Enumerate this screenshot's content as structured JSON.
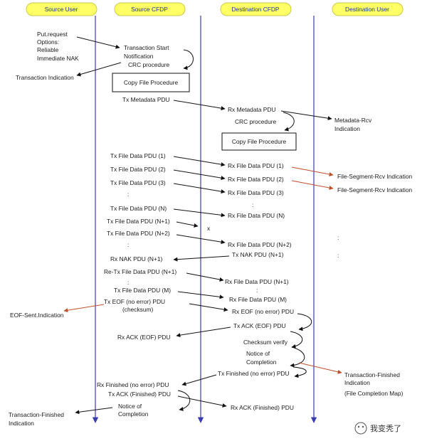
{
  "colors": {
    "header_fill": "#ffff66",
    "header_stroke": "#c9c94d",
    "lifeline": "#3b3bb0",
    "arrow": "#111111",
    "indication_arrow": "#c0502a"
  },
  "headers": {
    "source_user": "Source User",
    "source_cfdp": "Source CFDP",
    "dest_cfdp": "Destination CFDP",
    "dest_user": "Destination User"
  },
  "labels": {
    "put_request": "Put.request",
    "options": "Options:",
    "reliable": "Reliable",
    "immediate_nak": "Immediate NAK",
    "transaction_indication": "Transaction Indication",
    "transaction_start": "Transaction Start",
    "notification": "Notification",
    "crc_procedure_1": "CRC procedure",
    "copy_file_1": "Copy File Procedure",
    "tx_metadata": "Tx Metadata PDU",
    "rx_metadata": "Rx Metadata PDU",
    "metadata_rcv_1": "Metadata-Rcv",
    "metadata_rcv_2": "Indication",
    "crc_procedure_2": "CRC procedure",
    "copy_file_2": "Copy File Procedure",
    "tx_fd1": "Tx File Data PDU (1)",
    "tx_fd2": "Tx File Data PDU (2)",
    "tx_fd3": "Tx File Data PDU (3)",
    "tx_fdn": "Tx File Data PDU (N)",
    "tx_fdn1": "Tx File Data PDU (N+1)",
    "tx_fdn2": "Tx File Data PDU (N+2)",
    "rx_fd1": "Rx File Data PDU (1)",
    "rx_fd2": "Rx File Data PDU (2)",
    "rx_fd3": "Rx File Data PDU (3)",
    "rx_fdn": "Rx File Data PDU (N)",
    "rx_fdn2": "Rx File Data PDU (N+2)",
    "lost_mark": "x",
    "seg_rcv_1": "File-Segment-Rcv Indication",
    "seg_rcv_2": "File-Segment-Rcv Indication",
    "ellipsis": ":",
    "tx_nak": "Tx NAK PDU (N+1)",
    "rx_nak": "Rx NAK PDU (N+1)",
    "retx_fd": "Re-Tx File Data PDU (N+1)",
    "rx_fd_retx": "Rx File Data PDU (N+1)",
    "tx_fdm": "Tx File Data PDU (M)",
    "rx_fdm": "Rx File Data PDU (M)",
    "tx_eof_1": "Tx EOF (no error) PDU",
    "tx_eof_2": "(checksum)",
    "rx_eof": "Rx EOF (no error) PDU",
    "eof_sent": "EOF-Sent.Indication",
    "tx_ack_eof": "Tx ACK (EOF) PDU",
    "rx_ack_eof": "Rx ACK (EOF) PDU",
    "checksum_verify": "Checksum verify",
    "notice_completion_1a": "Notice of",
    "notice_completion_1b": "Completion",
    "tx_finished": "Tx Finished (no error) PDU",
    "rx_finished": "Rx Finished (no error) PDU",
    "tf_dest_1": "Transaction-Finished",
    "tf_dest_2": "Indication",
    "file_completion_map": "(File Completion Map)",
    "tx_ack_finished": "Tx ACK (Finished) PDU",
    "rx_ack_finished": "Rx ACK (Finished) PDU",
    "notice_completion_2a": "Notice of",
    "notice_completion_2b": "Completion",
    "tf_src_1": "Transaction-Finished",
    "tf_src_2": "Indication"
  },
  "watermark": "我变秃了"
}
